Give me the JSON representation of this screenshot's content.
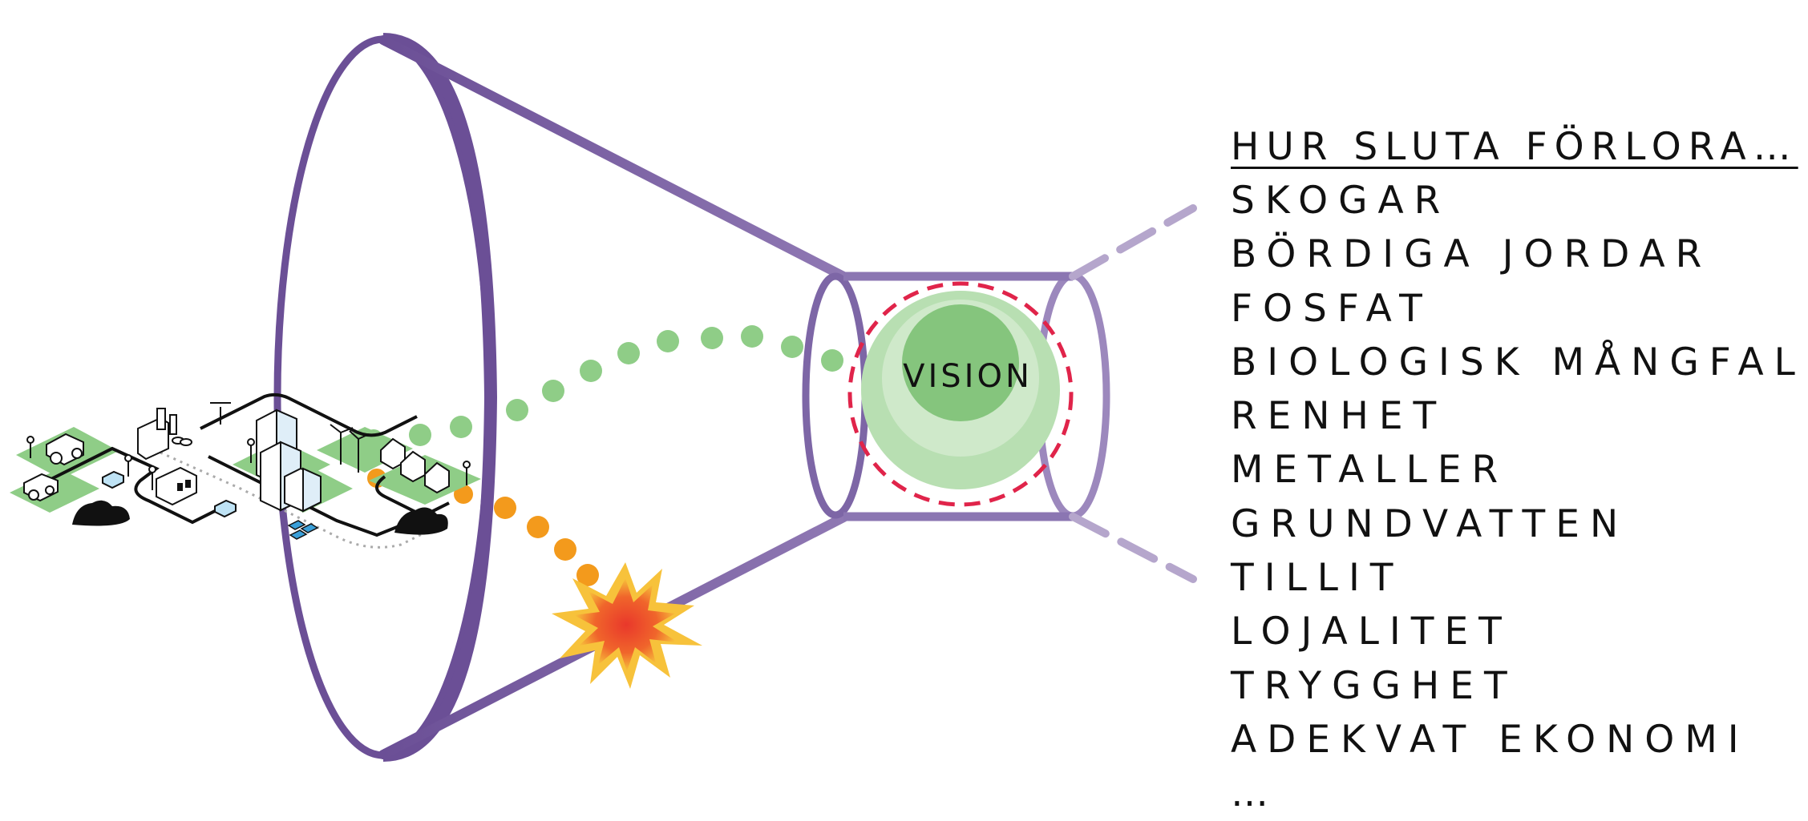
{
  "vision_label": "VISION",
  "list": {
    "heading": "HUR SLUTA FÖRLORA…",
    "items": [
      "SKOGAR",
      "BÖRDIGA JORDAR",
      "FOSFAT",
      "BIOLOGISK MÅNGFALD",
      "RENHET",
      "METALLER",
      "GRUNDVATTEN",
      "TILLIT",
      "LOJALITET",
      "TRYGGHET",
      "ADEKVAT EKONOMI",
      "…"
    ]
  },
  "colors": {
    "funnel": "#6b4f96",
    "funnel_light": "#b5a6cc",
    "green_dots": "#8fcd87",
    "orange_dots": "#f39a1c",
    "vision_circle": "#85c57d",
    "dashed_ring": "#e0244a",
    "explosion_outer": "#f7c23b",
    "explosion_inner": "#e9382b"
  }
}
